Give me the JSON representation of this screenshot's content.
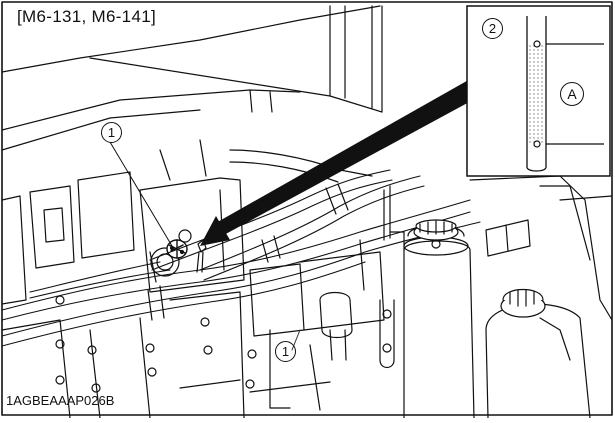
{
  "figure": {
    "model_label": "[M6-131, M6-141]",
    "part_code": "1AGBEAAAP026B",
    "callouts": {
      "oil_filler_plug": "1",
      "dipstick": "2",
      "oil_level_range": "A"
    },
    "colors": {
      "line": "#111111",
      "fill": "#ffffff",
      "hatch": "#bdbdbd"
    }
  }
}
